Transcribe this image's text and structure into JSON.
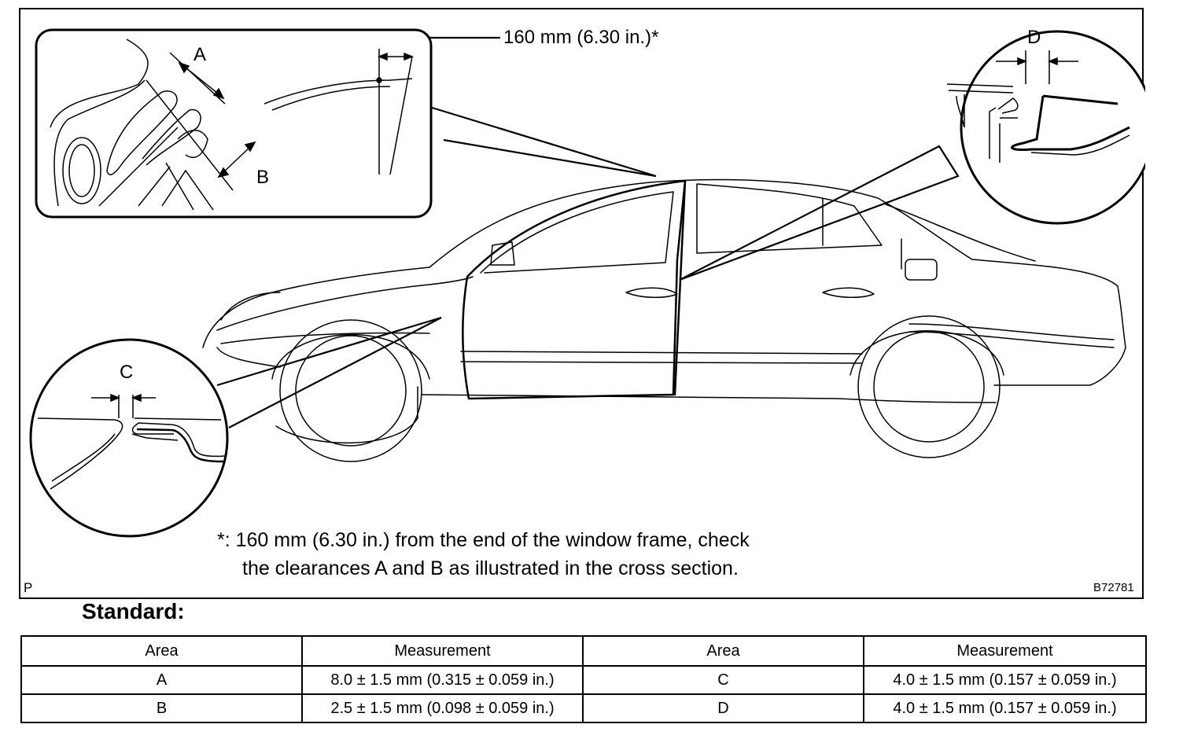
{
  "figure": {
    "labels": {
      "a": "A",
      "b": "B",
      "c": "C",
      "d": "D"
    },
    "callout": "160 mm (6.30 in.)*",
    "note_line1": "*: 160 mm (6.30 in.) from the end of the window frame, check",
    "note_line2": "the clearances A and B as illustrated in the cross section.",
    "corner_mark": "P",
    "figure_id": "B72781"
  },
  "standard": {
    "heading": "Standard:",
    "headers": [
      "Area",
      "Measurement",
      "Area",
      "Measurement"
    ],
    "rows": [
      [
        "A",
        "8.0 ± 1.5 mm (0.315 ± 0.059 in.)",
        "C",
        "4.0 ± 1.5 mm (0.157 ± 0.059 in.)"
      ],
      [
        "B",
        "2.5 ± 1.5 mm (0.098 ± 0.059 in.)",
        "D",
        "4.0 ± 1.5 mm (0.157 ± 0.059 in.)"
      ]
    ]
  }
}
